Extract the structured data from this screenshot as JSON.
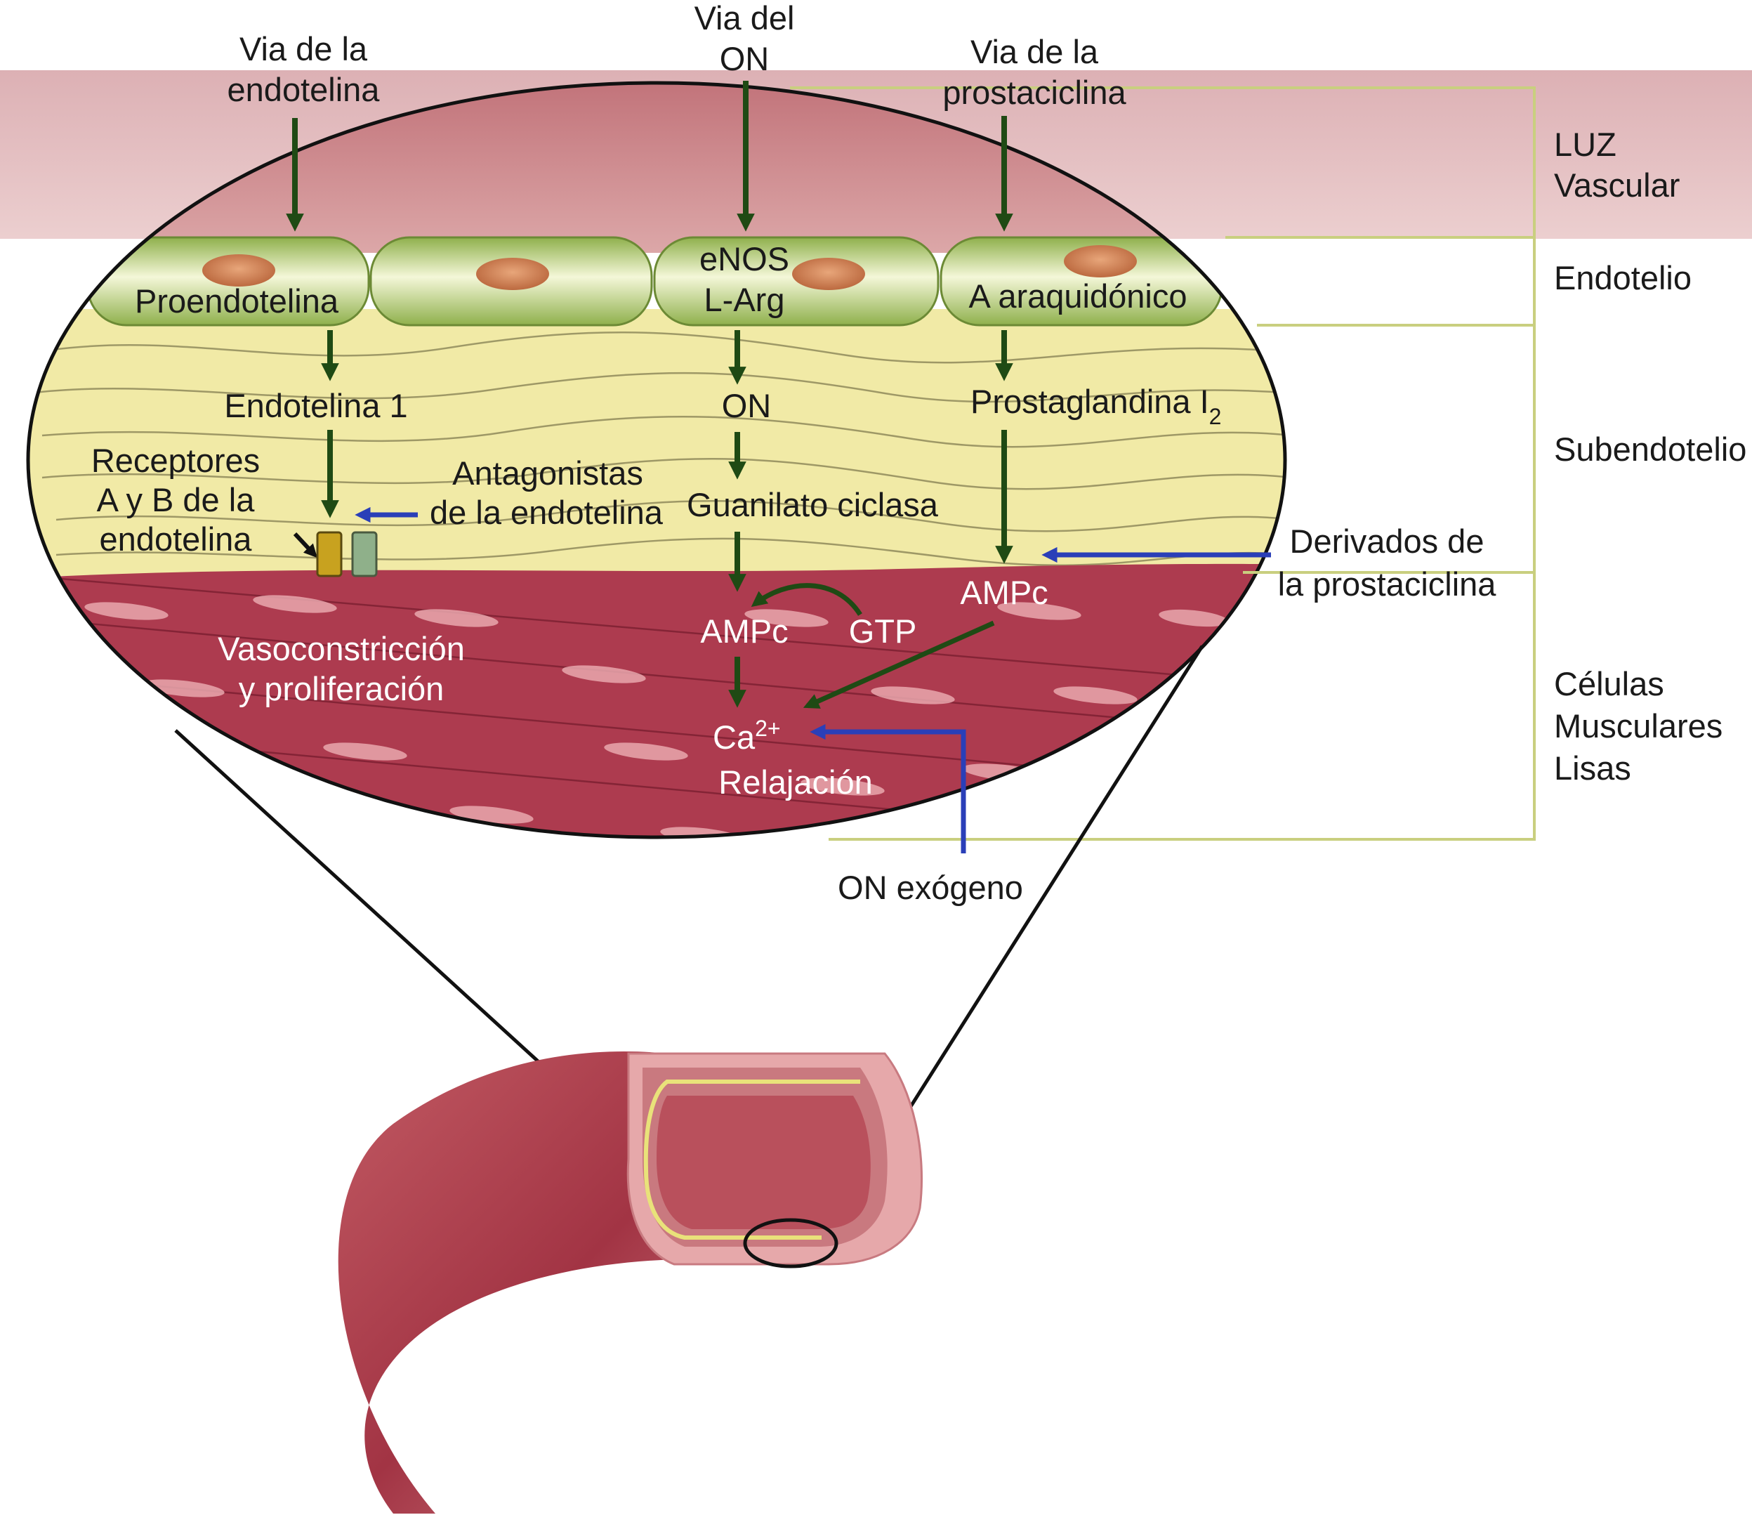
{
  "pathways": {
    "endothelin": {
      "title_line1": "Via de la",
      "title_line2": "endotelina",
      "proendothelin": "Proendotelina",
      "endothelin1": "Endotelina 1",
      "receptors_line1": "Receptores",
      "receptors_line2": "A y B de la",
      "receptors_line3": "endotelina",
      "antagonists_line1": "Antagonistas",
      "antagonists_line2": "de la endotelina",
      "effect_line1": "Vasoconstricción",
      "effect_line2": "y proliferación"
    },
    "no": {
      "title_line1": "Via del",
      "title_line2": "ON",
      "enos": "eNOS",
      "larg": "L-Arg",
      "no_label": "ON",
      "guanylate": "Guanilato ciclasa",
      "ampc": "AMPc",
      "gtp": "GTP",
      "ca": "Ca",
      "ca_sup": "2+",
      "relax": "Relajación",
      "exogenous": "ON exógeno"
    },
    "prostacyclin": {
      "title_line1": "Via de la",
      "title_line2": "prostaciclina",
      "arachidonic": "A araquidónico",
      "pgi2": "Prostaglandina I",
      "pgi2_sub": "2",
      "ampc": "AMPc",
      "derivatives_line1": "Derivados de",
      "derivatives_line2": "la prostaciclina"
    }
  },
  "layers": {
    "lumen_line1": "LUZ",
    "lumen_line2": "Vascular",
    "endothelium": "Endotelio",
    "subendothelium": "Subendotelio",
    "smc_line1": "Células",
    "smc_line2": "Musculares",
    "smc_line3": "Lisas"
  },
  "colors": {
    "pathway_arrow": "#1f4a14",
    "drug_arrow": "#2a3fb8",
    "lumen": "#c9797f",
    "endothelial_cell": "#a9c368",
    "subendothelium": "#f1eaa6",
    "muscle": "#b13f52",
    "bracket": "#c9cf7f"
  }
}
